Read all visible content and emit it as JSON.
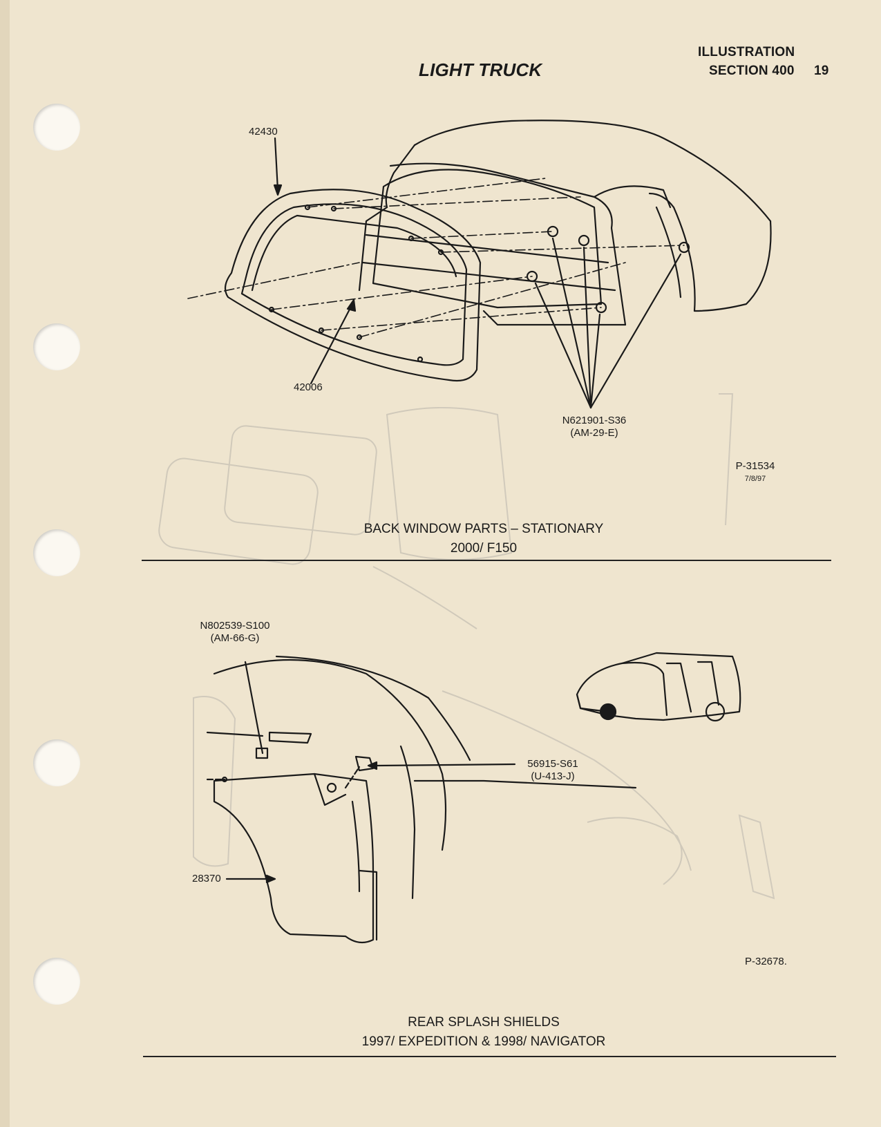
{
  "header": {
    "title": "LIGHT TRUCK",
    "illustration_label": "ILLUSTRATION",
    "section_label": "SECTION 400",
    "page_number": "19"
  },
  "figure1": {
    "callouts": {
      "part_42430": "42430",
      "part_42006": "42006",
      "fastener_number": "N621901-S36",
      "fastener_code": "(AM-29-E)",
      "ref_number": "P-31534",
      "ref_date": "7/8/97"
    },
    "caption_line1": "BACK WINDOW PARTS – STATIONARY",
    "caption_line2": "2000/ F150"
  },
  "figure2": {
    "callouts": {
      "screw_number": "N802539-S100",
      "screw_code": "(AM-66-G)",
      "clip_number": "56915-S61",
      "clip_code": "(U-413-J)",
      "part_28370": "28370",
      "ref_number": "P-32678."
    },
    "caption_line1": "REAR SPLASH SHIELDS",
    "caption_line2": "1997/ EXPEDITION & 1998/ NAVIGATOR"
  },
  "colors": {
    "paper": "#efe5cf",
    "ink": "#1a1a1a",
    "bleed_through": "#c9c3b6"
  }
}
